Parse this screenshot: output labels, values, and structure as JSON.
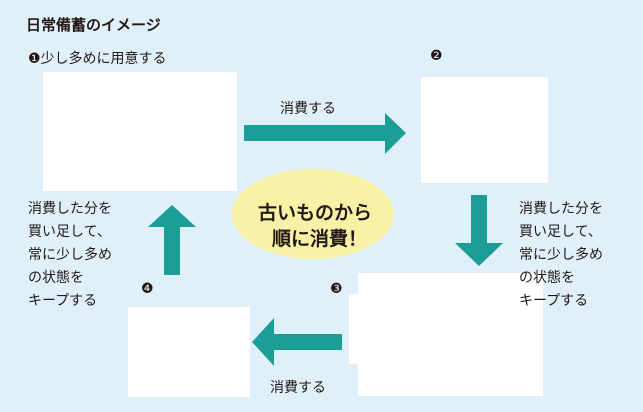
{
  "title": "日常備蓄のイメージ",
  "steps": {
    "step1": "❶少し多めに用意する",
    "step2": "❷",
    "step3": "❸",
    "step4": "❹"
  },
  "arrows": {
    "top_label": "消費する",
    "bottom_label": "消費する"
  },
  "side_text": {
    "left": "消費した分を\n買い足して、\n常に少し多め\nの状態を\nキープする",
    "right": "消費した分を\n買い足して、\n常に少し多め\nの状態を\nキープする"
  },
  "center_bubble": {
    "line1": "古いものから",
    "line2": "順に消費！"
  },
  "colors": {
    "background": "#dff0fa",
    "arrow": "#1a9e96",
    "bubble": "#f7f1a6"
  }
}
